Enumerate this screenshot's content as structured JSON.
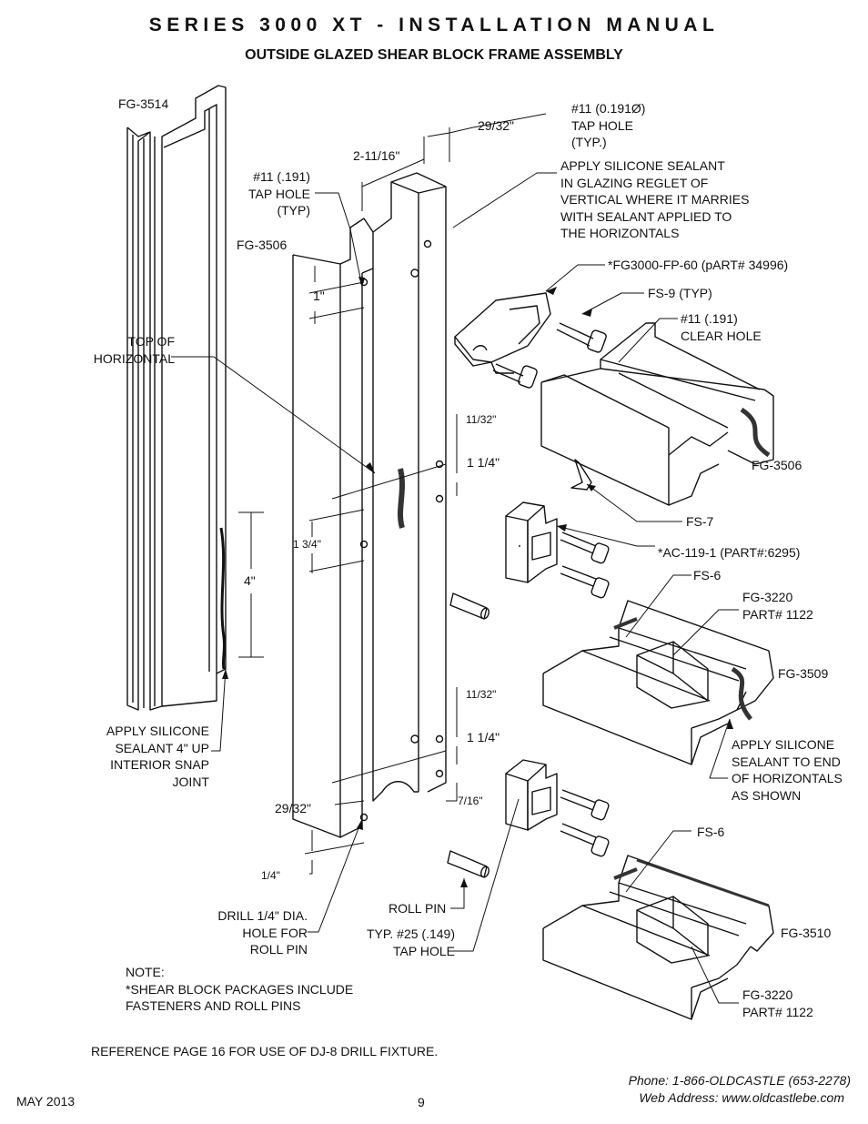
{
  "header": {
    "title": "SERIES 3000 XT - INSTALLATION MANUAL",
    "subtitle": "OUTSIDE GLAZED SHEAR BLOCK FRAME ASSEMBLY"
  },
  "labels": {
    "fg3514": "FG-3514",
    "fg3506_left": "FG-3506",
    "tap_hole_left": "#11 (.191)\nTAP HOLE\n(TYP)",
    "dim_2_11_16": "2-11/16\"",
    "dim_29_32_top": "29/32\"",
    "tap_hole_top": "#11 (0.191Ø)\nTAP HOLE\n(TYP.)",
    "sealant_note": "APPLY SILICONE SEALANT\nIN GLAZING REGLET OF\nVERTICAL WHERE IT MARRIES\nWITH SEALANT APPLIED TO\nTHE HORIZONTALS",
    "fp60": "*FG3000-FP-60 (pART# 34996)",
    "fs9": "FS-9 (TYP)",
    "clear_hole": "#11 (.191)\n    CLEAR HOLE",
    "dim_1": "1\"",
    "top_of_horizontal": "TOP OF\nHORIZONTAL",
    "dim_11_32_a": "11/32\"",
    "dim_1_1_4_a": "1 1/4\"",
    "fg3506_right": "FG-3506",
    "fs7": "FS-7",
    "dim_1_3_4": "1 3/4\"",
    "ac119": "*AC-119-1 (PART#:6295)",
    "dim_4": "4\"",
    "fs6_a": "FS-6",
    "fg3220_a": "FG-3220\nPART# 1122",
    "fg3509": "FG-3509",
    "dim_11_32_b": "11/32\"",
    "dim_1_1_4_b": "1 1/4\"",
    "apply_4in": "APPLY SILICONE\nSEALANT 4\" UP\nINTERIOR SNAP\nJOINT",
    "apply_end": "APPLY SILICONE\nSEALANT TO END\nOF HORIZONTALS\nAS SHOWN",
    "dim_29_32_bottom": "29/32\"",
    "dim_7_16": "7/16\"",
    "fs6_b": "FS-6",
    "dim_1_4": "1/4\"",
    "drill": "DRILL 1/4\" DIA.\nHOLE FOR\nROLL PIN",
    "roll_pin": "ROLL PIN",
    "typ25": "TYP. #25 (.149)\nTAP HOLE",
    "fg3510": "FG-3510",
    "fg3220_b": "FG-3220\nPART# 1122",
    "note": "NOTE:\n*SHEAR BLOCK PACKAGES INCLUDE\nFASTENERS AND ROLL PINS",
    "reference": "REFERENCE PAGE 16 FOR USE OF DJ-8 DRILL FIXTURE."
  },
  "footer": {
    "date": "MAY 2013",
    "page": "9",
    "phone": "Phone: 1-866-OLDCASTLE (653-2278)",
    "web": "Web Address: www.oldcastlebe.com"
  }
}
